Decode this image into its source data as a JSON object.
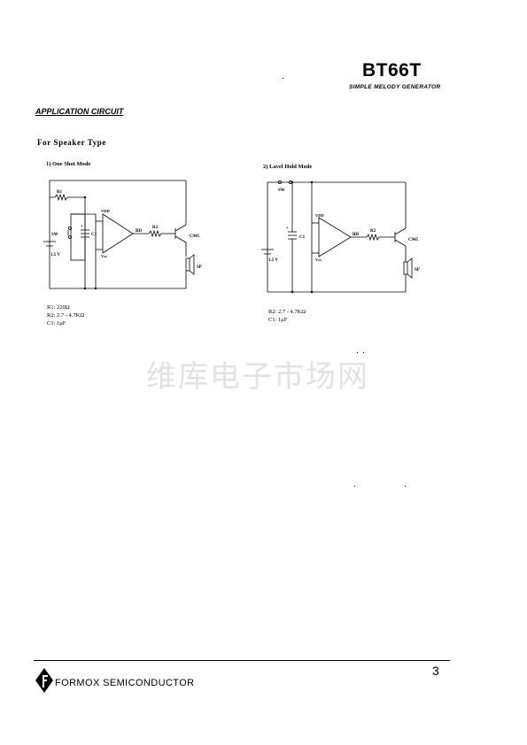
{
  "header": {
    "title": "BT66T",
    "subtitle": "SIMPLE MELODY GENERATOR"
  },
  "section_title": "APPLICATION CIRCUIT",
  "subsection_title": "For Speaker Type",
  "circuit1": {
    "caption": "1) One Shot Mode",
    "labels": {
      "r1": "R1",
      "sw": "SW",
      "c1": "C1",
      "plus": "+",
      "vdd": "VDD",
      "vss": "Vss",
      "bd": "BD",
      "r2": "R2",
      "transistor": "C945",
      "battery": "1.5 V",
      "speaker": "SP"
    },
    "parts": [
      "R1: 220Ω",
      "R2: 2.7 - 4.7KΩ",
      "C1: 1μF"
    ]
  },
  "circuit2": {
    "caption": "2) Lavel Hold Mode",
    "labels": {
      "sw": "SW",
      "c1": "C1",
      "plus": "+",
      "vdd": "VDD",
      "vss": "Vss",
      "bd": "BD",
      "r2": "R2",
      "transistor": "C945",
      "battery": "1.5 V",
      "speaker": "SP"
    },
    "parts": [
      "R2: 2.7 - 4.7KΩ",
      "C1: 1μF"
    ]
  },
  "watermark": "维库电子市场网",
  "footer": {
    "page_number": "3",
    "company": "FORMOX SEMICONDUCTOR"
  }
}
